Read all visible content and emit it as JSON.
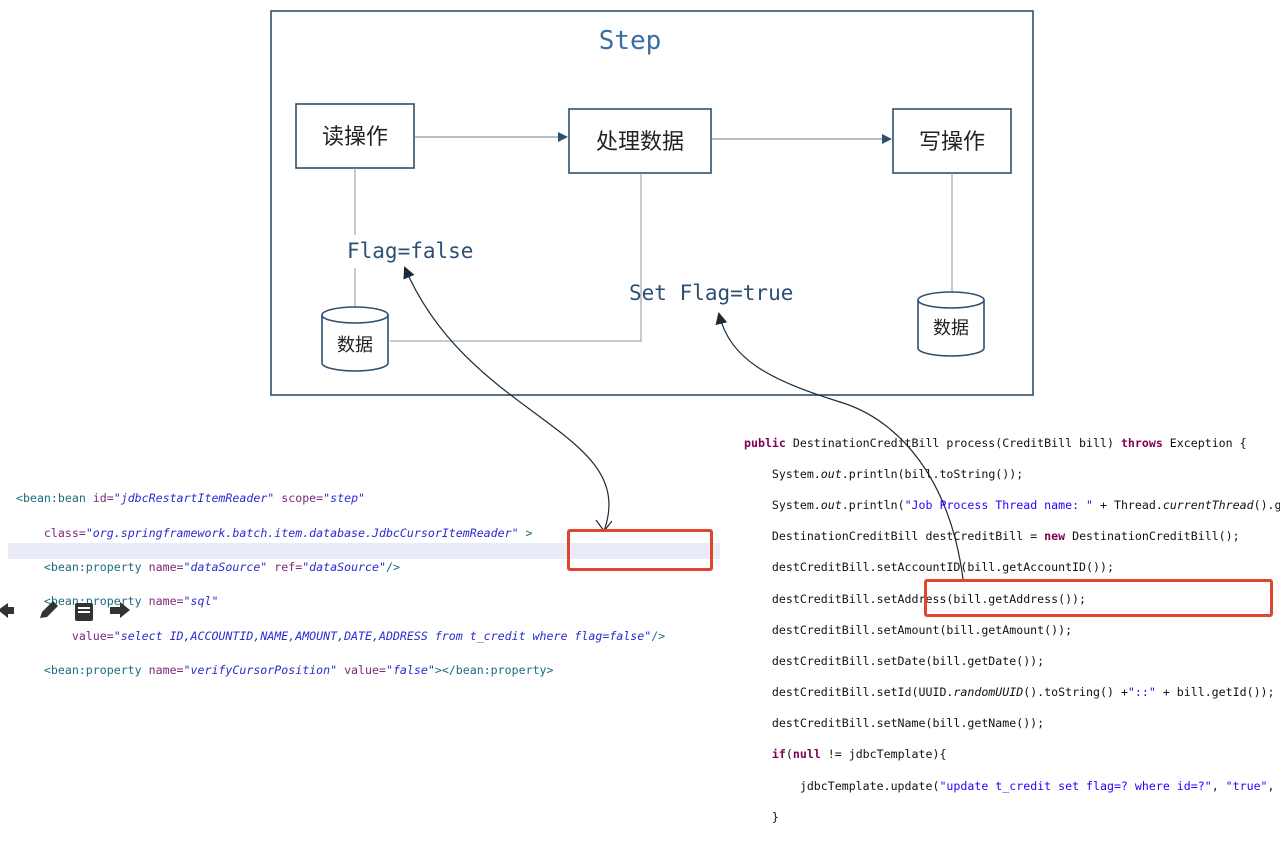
{
  "diagram": {
    "title": "Step",
    "read_box": "读操作",
    "process_box": "处理数据",
    "write_box": "写操作",
    "flag_false": "Flag=false",
    "set_flag_true": "Set Flag=true",
    "db_left": "数据",
    "db_right": "数据"
  },
  "xml_code": {
    "line1": {
      "tag": "<bean:bean ",
      "a1": "id=",
      "v1": "\"jdbcRestartItemReader\"",
      "a2": " scope=",
      "v2": "\"step\""
    },
    "line2": {
      "a1": "    class=",
      "v1": "\"org.springframework.batch.item.database.JdbcCursorItemReader\"",
      "tail": " >"
    },
    "line3": {
      "tag": "    <bean:property ",
      "a1": "name=",
      "v1": "\"dataSource\"",
      "a2": " ref=",
      "v2": "\"dataSource\"",
      "tail": "/>"
    },
    "line4": {
      "tag": "    <bean:property ",
      "a1": "name=",
      "v1": "\"sql\""
    },
    "line5": {
      "a1": "        value=",
      "v1": "\"select ID,ACCOUNTID,NAME,AMOUNT,DATE,ADDRESS from t_credit where flag=false\"",
      "tail": "/>"
    },
    "line6": {
      "tag": "    <bean:property ",
      "a1": "name=",
      "v1": "\"verifyCursorPosition\"",
      "a2": " value=",
      "v2": "\"false\"",
      "tail": "></bean:property>"
    }
  },
  "java_code": {
    "l1": {
      "kw": "public",
      "text": " DestinationCreditBill process(CreditBill bill) ",
      "kw2": "throws",
      "tail": " Exception {"
    },
    "l2": {
      "a": "    System.",
      "b": "out",
      "c": ".println(bill.toString());"
    },
    "l3": {
      "a": "    System.",
      "b": "out",
      "c": ".println(",
      "s": "\"Job Process Thread name: \"",
      "d": " + Thread.",
      "e": "currentThread",
      "f": "().g"
    },
    "l4": {
      "a": "    DestinationCreditBill destCreditBill = ",
      "kw": "new",
      "c": " DestinationCreditBill();"
    },
    "l5": "    destCreditBill.setAccountID(bill.getAccountID());",
    "l6": "    destCreditBill.setAddress(bill.getAddress());",
    "l7": "    destCreditBill.setAmount(bill.getAmount());",
    "l8": "    destCreditBill.setDate(bill.getDate());",
    "l9": {
      "a": "    destCreditBill.setId(UUID.",
      "b": "randomUUID",
      "c": "().toString() +",
      "s": "\"::\"",
      "d": " + bill.getId());"
    },
    "l10": "    destCreditBill.setName(bill.getName());",
    "l11": {
      "kw": "    if",
      "a": "(",
      "kw2": "null",
      "b": " != jdbcTemplate){"
    },
    "l12": {
      "a": "        jdbcTemplate.update(",
      "s": "\"update t_credit set flag=? where id=?\"",
      "b": ", ",
      "s2": "\"true\"",
      "c": ","
    },
    "l13": "    }"
  },
  "toolbar": {
    "icons": [
      "undo-icon",
      "pencil-icon",
      "document-icon",
      "forward-icon"
    ]
  },
  "colors": {
    "highlight_red": "#e0462c",
    "diagram_blue": "#3a6fa5"
  }
}
